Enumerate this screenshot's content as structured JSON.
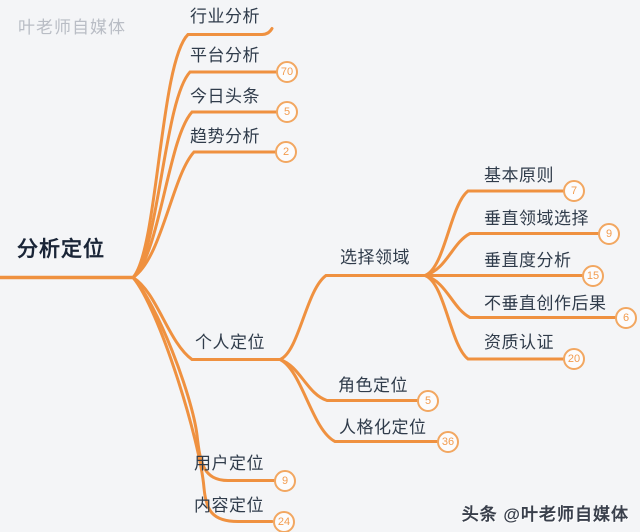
{
  "page": {
    "background": "#F4F5F7",
    "accent_line_color": "#EF9140",
    "badge_border_color": "#F2A761",
    "badge_text_color": "#F29C4F",
    "node_text_color": "#303C4B",
    "root_text_color": "#1A2537"
  },
  "watermarks": {
    "top_left": "叶老师自媒体",
    "bottom_right": "头条 @叶老师自媒体"
  },
  "mindmap": {
    "root": {
      "label": "分析定位"
    },
    "nodes": [
      {
        "id": "industry-analysis",
        "label": "行业分析",
        "badge": ""
      },
      {
        "id": "platform-analysis",
        "label": "平台分析",
        "badge": "70"
      },
      {
        "id": "toutiao-today",
        "label": "今日头条",
        "badge": "5"
      },
      {
        "id": "trend-analysis",
        "label": "趋势分析",
        "badge": "2"
      },
      {
        "id": "personal-positioning",
        "label": "个人定位",
        "badge": ""
      },
      {
        "id": "choose-field",
        "label": "选择领域",
        "badge": ""
      },
      {
        "id": "basic-principles",
        "label": "基本原则",
        "badge": "7"
      },
      {
        "id": "vertical-field-selection",
        "label": "垂直领域选择",
        "badge": "9"
      },
      {
        "id": "verticality-analysis",
        "label": "垂直度分析",
        "badge": "15"
      },
      {
        "id": "non-vertical-consequences",
        "label": "不垂直创作后果",
        "badge": "6"
      },
      {
        "id": "qualification-certification",
        "label": "资质认证",
        "badge": "20"
      },
      {
        "id": "role-positioning",
        "label": "角色定位",
        "badge": "5"
      },
      {
        "id": "personification-positioning",
        "label": "人格化定位",
        "badge": "36"
      },
      {
        "id": "user-positioning",
        "label": "用户定位",
        "badge": "9"
      },
      {
        "id": "content-positioning",
        "label": "内容定位",
        "badge": "24"
      }
    ]
  }
}
